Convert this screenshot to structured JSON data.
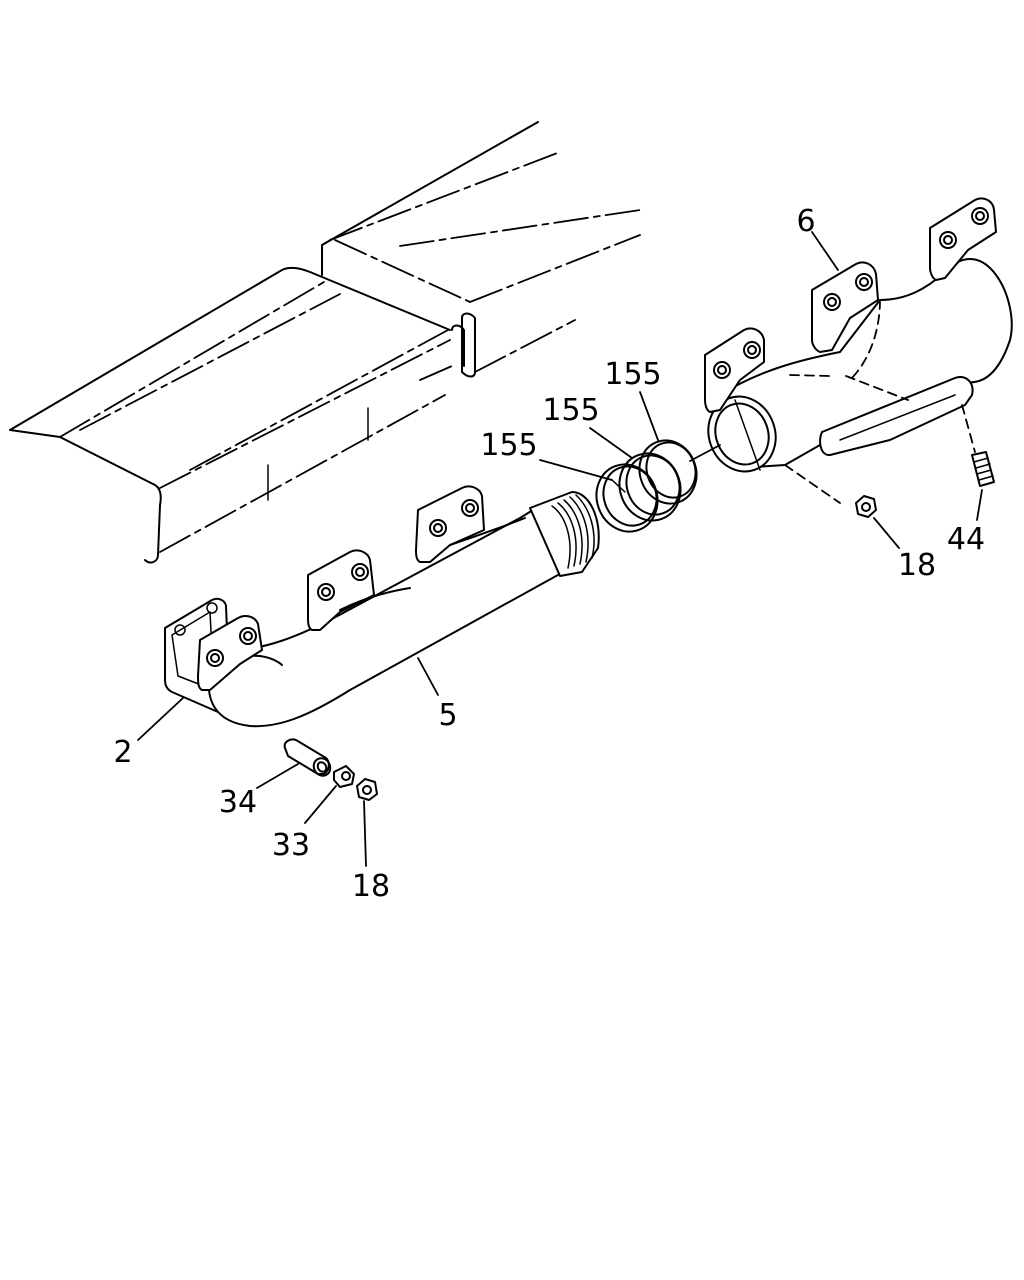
{
  "callouts": {
    "p2": "2",
    "p5": "5",
    "p6": "6",
    "p18a": "18",
    "p18b": "18",
    "p33": "33",
    "p34": "34",
    "p44": "44",
    "p155a": "155",
    "p155b": "155",
    "p155c": "155"
  }
}
